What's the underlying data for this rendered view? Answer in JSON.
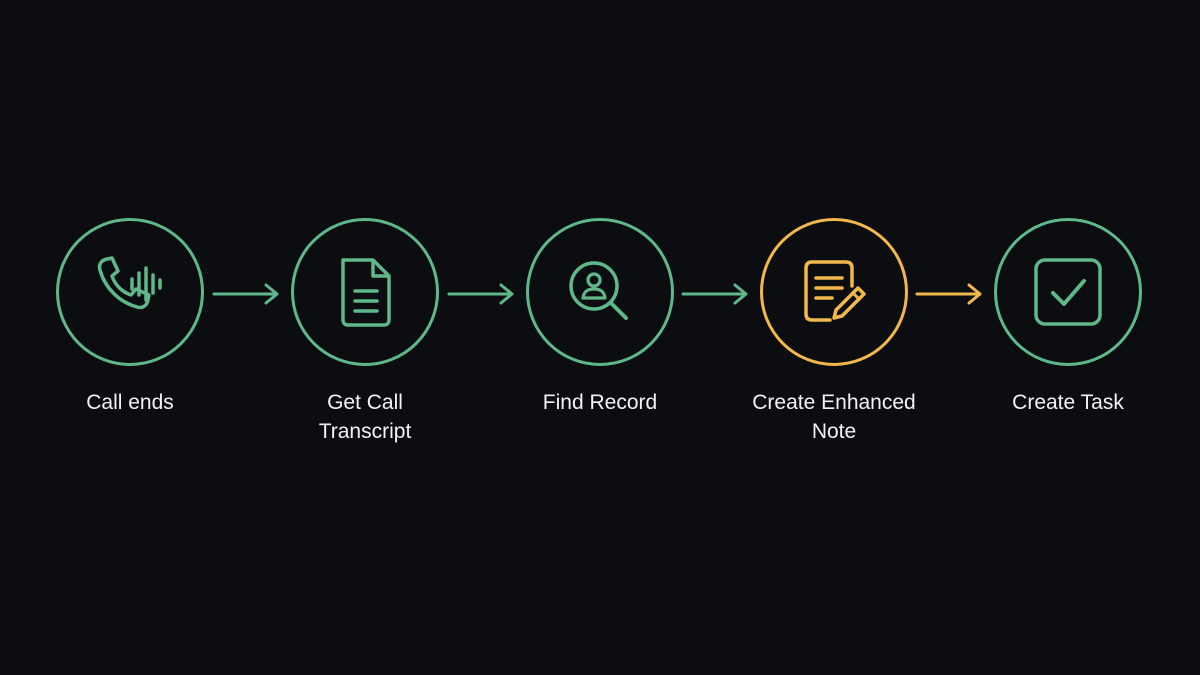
{
  "colors": {
    "background": "#0b0d11",
    "accent": "#5fb88a",
    "highlight": "#f2b84b",
    "label": "#f2f3f5"
  },
  "steps": [
    {
      "label": "Call ends",
      "icon": "phone-soundwave-icon",
      "highlight": false
    },
    {
      "label": "Get Call\nTranscript",
      "icon": "document-icon",
      "highlight": false
    },
    {
      "label": "Find Record",
      "icon": "search-user-icon",
      "highlight": false
    },
    {
      "label": "Create Enhanced\nNote",
      "icon": "note-edit-icon",
      "highlight": true
    },
    {
      "label": "Create Task",
      "icon": "checkbox-icon",
      "highlight": false
    }
  ]
}
